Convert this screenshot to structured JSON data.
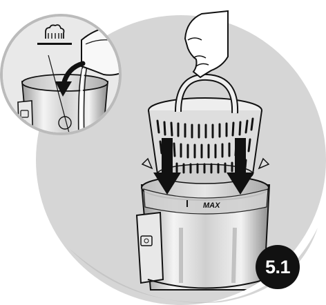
{
  "step": {
    "label": "5.1"
  },
  "jug": {
    "max_label": "MAX"
  },
  "icons": {
    "steam": "steam-icon",
    "water_level": "water-level-line",
    "pour_arrow": "curved-down-arrow-icon",
    "insert_arrows": "down-arrow-icon",
    "hand": "hand-icon"
  },
  "colors": {
    "background_circle": "#d6d6d6",
    "inset_circle": "#e9e9e9",
    "outline": "#111111",
    "metal_light": "#eeeeee",
    "metal_mid": "#c9c9c9",
    "metal_dark": "#8e8e8e",
    "badge": "#111111"
  }
}
